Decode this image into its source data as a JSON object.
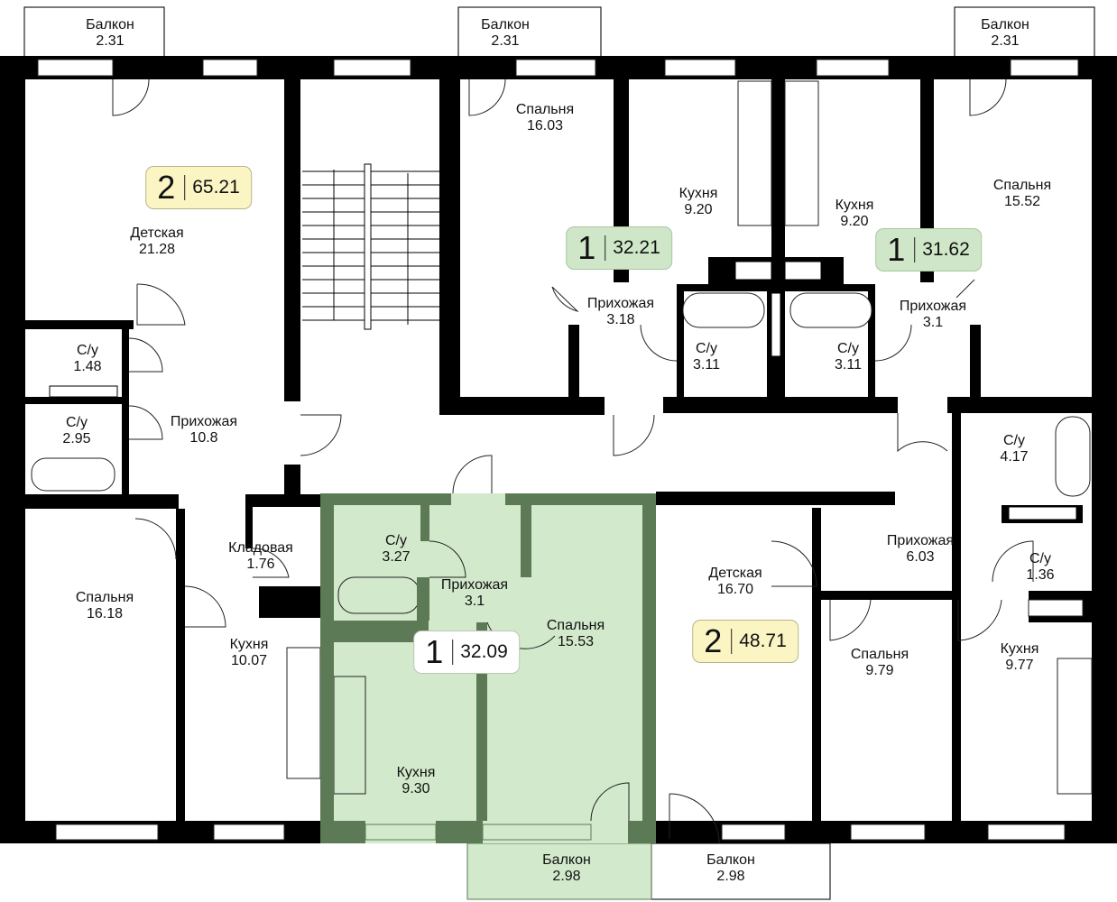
{
  "colors": {
    "wall": "#000000",
    "highlight_fill": "#d2e9cc",
    "highlight_wall": "#5c7a55",
    "badge_yellow": "#fbf5c4",
    "badge_green": "#cfe7c8"
  },
  "rooms": [
    {
      "name": "Балкон",
      "area": "2.31"
    },
    {
      "name": "Балкон",
      "area": "2.31"
    },
    {
      "name": "Балкон",
      "area": "2.31"
    },
    {
      "name": "Спальня",
      "area": "16.03"
    },
    {
      "name": "Кухня",
      "area": "9.20"
    },
    {
      "name": "Кухня",
      "area": "9.20"
    },
    {
      "name": "Спальня",
      "area": "15.52"
    },
    {
      "name": "Детская",
      "area": "21.28"
    },
    {
      "name": "Прихожая",
      "area": "3.18"
    },
    {
      "name": "Прихожая",
      "area": "3.1"
    },
    {
      "name": "С/у",
      "area": "3.11"
    },
    {
      "name": "С/у",
      "area": "3.11"
    },
    {
      "name": "С/у",
      "area": "1.48"
    },
    {
      "name": "С/у",
      "area": "2.95"
    },
    {
      "name": "Прихожая",
      "area": "10.8"
    },
    {
      "name": "С/у",
      "area": "4.17"
    },
    {
      "name": "Кладовая",
      "area": "1.76"
    },
    {
      "name": "С/у",
      "area": "3.27"
    },
    {
      "name": "Прихожая",
      "area": "6.03"
    },
    {
      "name": "С/у",
      "area": "1.36"
    },
    {
      "name": "Детская",
      "area": "16.70"
    },
    {
      "name": "Прихожая",
      "area": "3.1"
    },
    {
      "name": "Спальня",
      "area": "16.18"
    },
    {
      "name": "Спальня",
      "area": "15.53"
    },
    {
      "name": "Кухня",
      "area": "10.07"
    },
    {
      "name": "Спальня",
      "area": "9.79"
    },
    {
      "name": "Кухня",
      "area": "9.77"
    },
    {
      "name": "Кухня",
      "area": "9.30"
    },
    {
      "name": "Балкон",
      "area": "2.98"
    },
    {
      "name": "Балкон",
      "area": "2.98"
    }
  ],
  "apartments": [
    {
      "rooms": "2",
      "area": "65.21",
      "status": "available"
    },
    {
      "rooms": "1",
      "area": "32.21",
      "status": "available"
    },
    {
      "rooms": "1",
      "area": "31.62",
      "status": "available"
    },
    {
      "rooms": "2",
      "area": "48.71",
      "status": "available"
    },
    {
      "rooms": "1",
      "area": "32.09",
      "status": "selected"
    }
  ]
}
